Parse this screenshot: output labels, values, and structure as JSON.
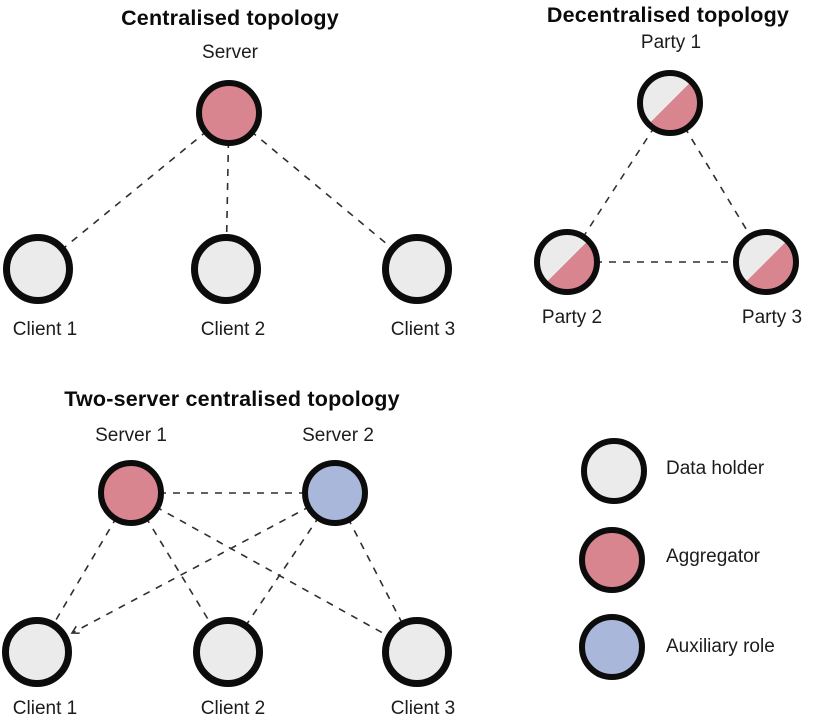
{
  "colors": {
    "data_holder": "#ebebeb",
    "aggregator": "#d9858f",
    "auxiliary": "#a9b7db",
    "border": "#0c0c0c",
    "edge": "#2f2f2f"
  },
  "panels": {
    "centralised": {
      "title": "Centralised topology",
      "server_label": "Server",
      "clients": [
        "Client 1",
        "Client 2",
        "Client 3"
      ]
    },
    "decentralised": {
      "title": "Decentralised topology",
      "parties": [
        "Party 1",
        "Party 2",
        "Party 3"
      ]
    },
    "two_server": {
      "title": "Two-server centralised topology",
      "servers": [
        "Server 1",
        "Server 2"
      ],
      "clients": [
        "Client 1",
        "Client 2",
        "Client 3"
      ]
    }
  },
  "legend": {
    "items": [
      {
        "label": "Data holder",
        "role": "data_holder"
      },
      {
        "label": "Aggregator",
        "role": "aggregator"
      },
      {
        "label": "Auxiliary role",
        "role": "auxiliary"
      }
    ]
  }
}
